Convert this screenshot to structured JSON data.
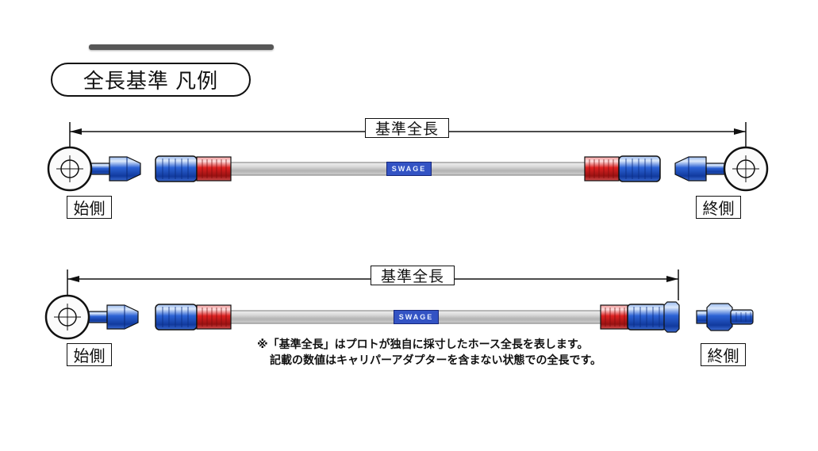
{
  "title": "全長基準 凡例",
  "diagrams": [
    {
      "dimension_label": "基準全長",
      "start_label": "始側",
      "end_label": "終側",
      "hose_brand": "SWAGE"
    },
    {
      "dimension_label": "基準全長",
      "start_label": "始側",
      "end_label": "終側",
      "hose_brand": "SWAGE"
    }
  ],
  "note": {
    "line1": "※「基準全長」はプロトが独自に採寸したホース全長を表します。",
    "line2": "記載の数値はキャリパーアダプターを含まない状態での全長です。"
  },
  "colors": {
    "fitting_blue": "#1d4fc0",
    "fitting_red": "#d42020",
    "hose_gray": "#c4c4c4",
    "swage_bg": "#3353c4"
  }
}
